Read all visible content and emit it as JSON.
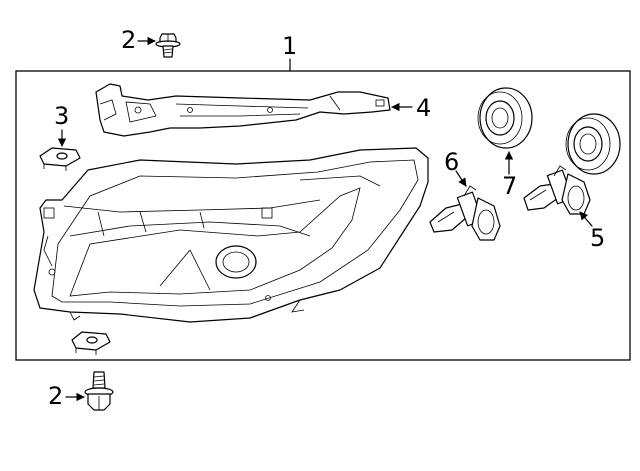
{
  "callouts": {
    "c1": "1",
    "c2_top": "2",
    "c2_bottom": "2",
    "c3": "3",
    "c4": "4",
    "c5": "5",
    "c6": "6",
    "c7": "7"
  },
  "icons": {
    "headlamp": "headlamp-assembly-icon",
    "bracket": "mounting-bracket-icon",
    "bolt": "bolt-icon",
    "clip": "clip-icon",
    "bulb_high": "bulb-icon",
    "bulb_low": "bulb-icon",
    "cap": "cap-seal-icon"
  }
}
